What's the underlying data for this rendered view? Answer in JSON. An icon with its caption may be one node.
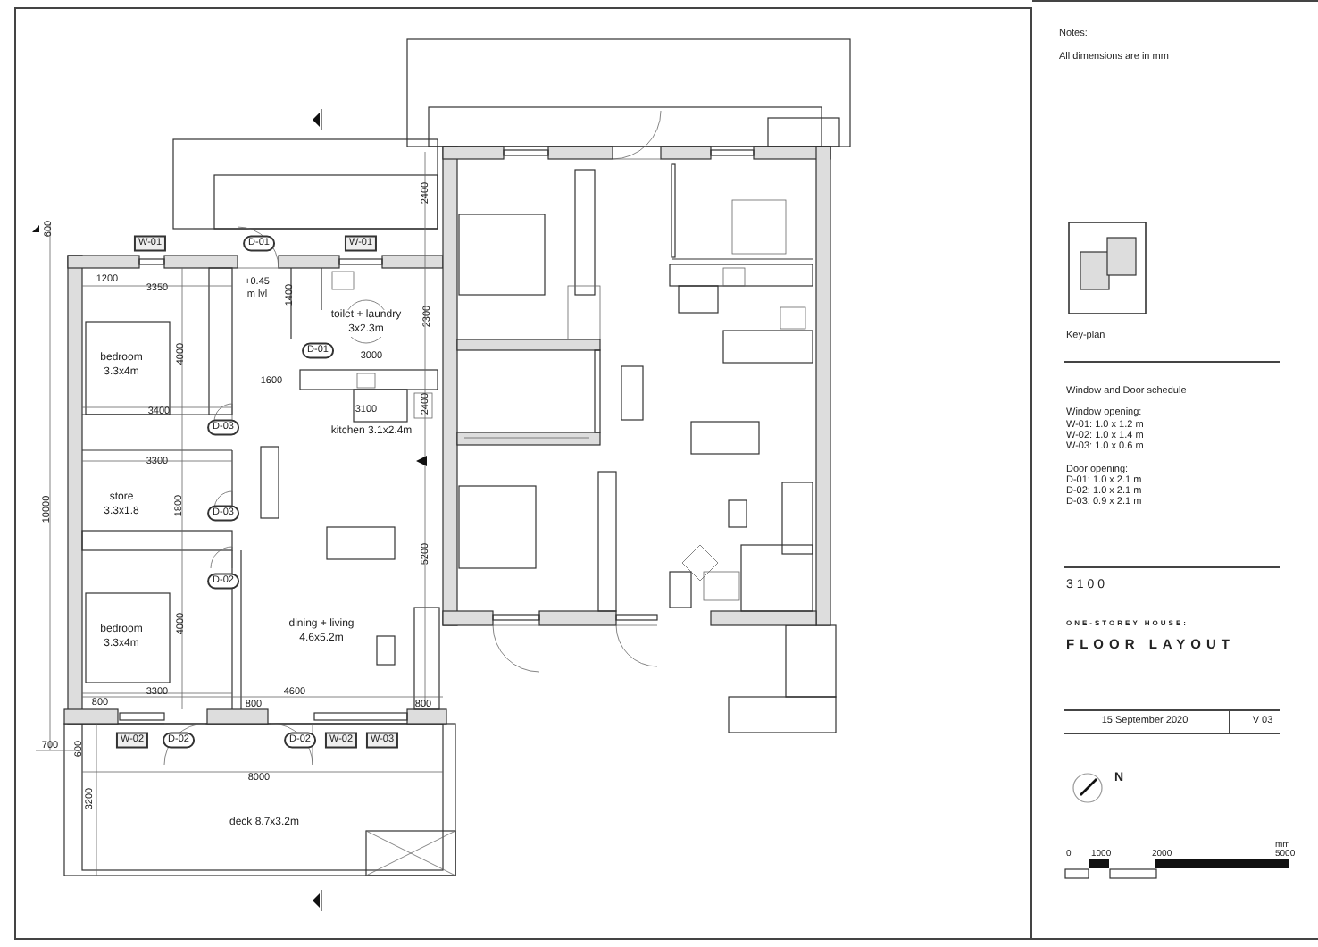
{
  "diagram": {
    "nodes": [
      {
        "text": [
          "toilet + laundry 3x2.3m"
        ]
      },
      {
        "text": [
          "bedroom 3.3x4m"
        ]
      },
      {
        "text": [
          "kitchen 3.1x2.4m"
        ]
      },
      {
        "text": [
          "store 3.3x1.8"
        ]
      },
      {
        "text": [
          "dining + living 4.6x5.2m"
        ]
      },
      {
        "text": [
          "bedroom 3.3x4m"
        ]
      },
      {
        "text": [
          "deck 8.7x3.2m"
        ]
      }
    ],
    "edges": [],
    "labels": [
      "2400",
      "600",
      "W-01",
      "D-01",
      "W-01",
      "1200",
      "3350",
      "+0.45 m lvl",
      "1400",
      "2300",
      "D-01",
      "4000",
      "3000",
      "1600",
      "3400",
      "3100",
      "2400",
      "D-03",
      "3300",
      "10000",
      "1800",
      "D-03",
      "D-02",
      "5200",
      "4000",
      "3300",
      "4600",
      "800",
      "800",
      "800",
      "W-02",
      "D-02",
      "D-02",
      "W-02",
      "W-03",
      "700",
      "600",
      "8000",
      "3200",
      "Notes:",
      "All dimensions are in mm",
      "Key-plan",
      "Window and Door schedule",
      "Window opening:",
      "W-01: 1.0 x 1.2 m",
      "W-02: 1.0 x 1.4 m",
      "W-03: 1.0 x 0.6 m",
      "Door opening:",
      "D-01: 1.0 x 2.1 m",
      "D-02: 1.0 x 2.1 m",
      "D-03: 0.9 x 2.1 m",
      "3100",
      "ONE-STOREY HOUSE:",
      "FLOOR LAYOUT",
      "15 September 2020",
      "V 03",
      "N",
      "0",
      "1000",
      "2000",
      "mm",
      "5000"
    ]
  }
}
